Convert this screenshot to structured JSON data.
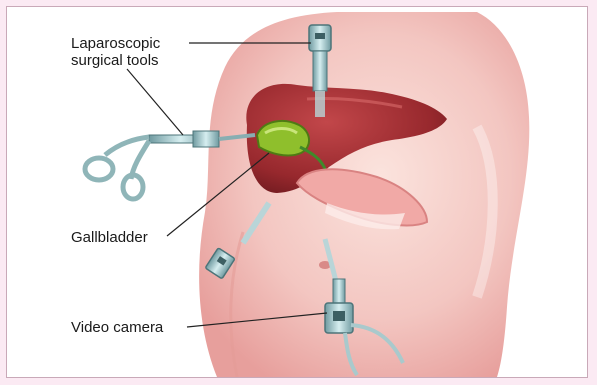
{
  "labels": {
    "tools_line1": "Laparoscopic",
    "tools_line2": "surgical tools",
    "gallbladder": "Gallbladder",
    "camera": "Video camera"
  },
  "colors": {
    "page_background": "#fbeaf3",
    "skin": "#f2c7c3",
    "liver": "#9b2a2e",
    "gallbladder": "#8fbf2c",
    "instrument": "#8fb5b8"
  },
  "icons": [
    "scissor-grasper-icon",
    "trocar-port-icon",
    "video-camera-icon"
  ]
}
